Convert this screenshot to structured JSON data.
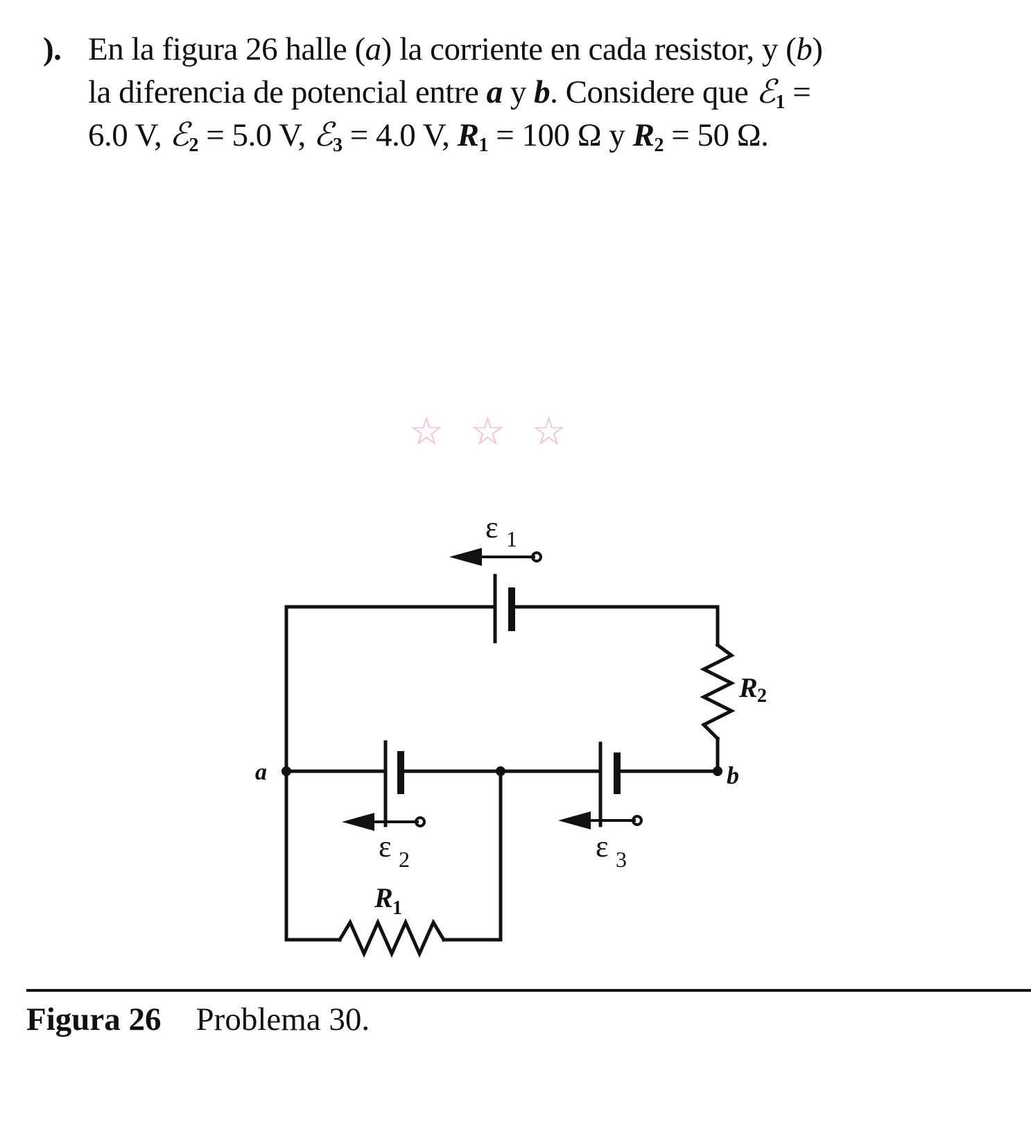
{
  "problem": {
    "number": ").",
    "line1": "En la figura 26 halle (a) la corriente en cada resistor, y (b)",
    "line1_parts": [
      "En la figura 26 halle (",
      "a",
      ") la corriente en cada resistor, y (",
      "b",
      ")"
    ],
    "line2_parts": [
      "la diferencia de potencial entre ",
      "a",
      " y ",
      "b",
      ". Considere que ",
      "ℰ",
      "1",
      " ="
    ],
    "line3_parts": [
      "6.0 V, ",
      "ℰ",
      "2",
      " = 5.0 V, ",
      "ℰ",
      "3",
      " = 4.0 V, ",
      "R",
      "1",
      " = 100 Ω y ",
      "R",
      "2",
      " = 50 Ω."
    ]
  },
  "decor": {
    "stars": "☆☆☆",
    "star_color": "#f7bcc6"
  },
  "figure": {
    "labels": {
      "emf1": "ε",
      "emf1_sub": "1",
      "emf2": "ε",
      "emf2_sub": "2",
      "emf3": "ε",
      "emf3_sub": "3",
      "r1": "R",
      "r1_sub": "1",
      "r2": "R",
      "r2_sub": "2",
      "node_a": "a",
      "node_b": "b"
    }
  },
  "caption": {
    "figure": "Figura 26",
    "text": "Problema 30."
  }
}
